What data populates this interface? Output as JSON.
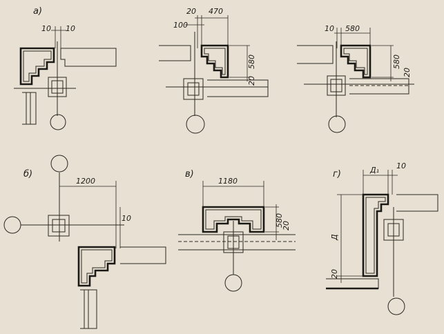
{
  "labels": {
    "a": "а)",
    "b": "б)",
    "v": "в)",
    "g": "г)"
  },
  "dims": {
    "a1_left": "10",
    "a1_right": "10",
    "a2_top_20": "20",
    "a2_top_470": "470",
    "a2_100": "100",
    "a2_580": "580",
    "a2_20": "20",
    "a3_10": "10",
    "a3_580top": "580",
    "a3_580": "580",
    "a3_20": "20",
    "b_1200": "1200",
    "b_10": "10",
    "v_1180": "1180",
    "v_580": "580",
    "v_20": "20",
    "g_d1": "Д₁",
    "g_10": "10",
    "g_d": "Д",
    "g_20": "20"
  },
  "colors": {
    "paper": "#e8e0d2",
    "ink": "#1c1a17"
  }
}
